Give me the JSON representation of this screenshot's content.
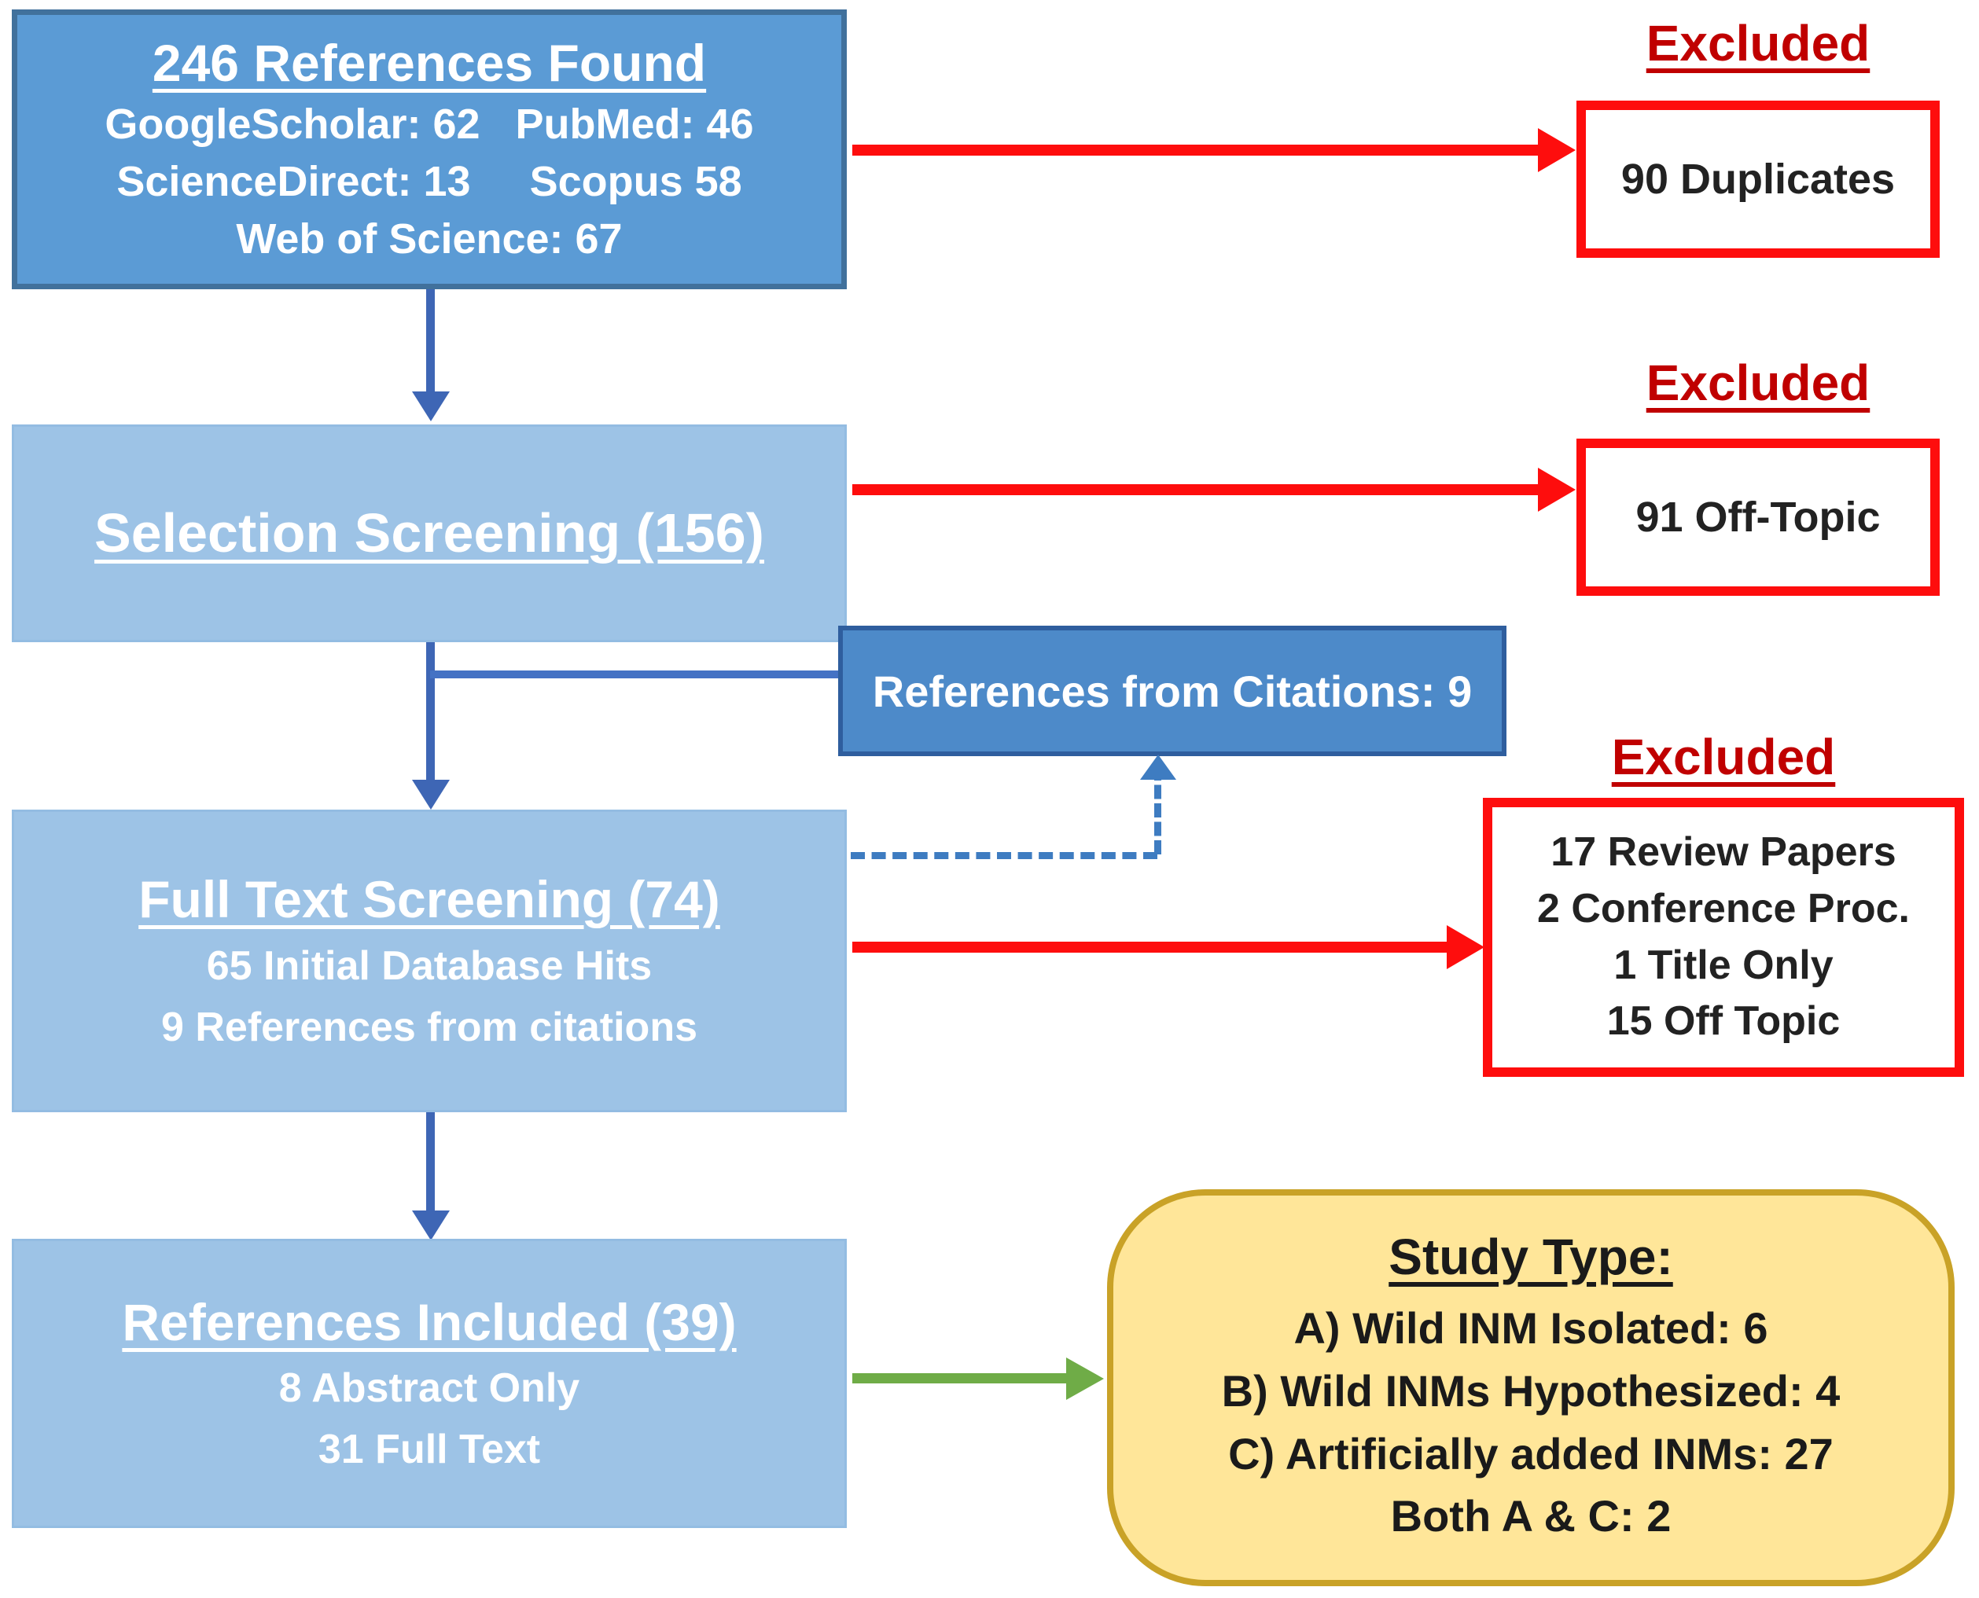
{
  "flow": {
    "box1": {
      "title": "246 References Found",
      "lines": [
        "GoogleScholar: 62   PubMed: 46",
        "ScienceDirect: 13     Scopus 58",
        "Web of Science: 67"
      ]
    },
    "box2": {
      "title": "Selection Screening (156)"
    },
    "citations_box": {
      "label": "References from Citations: 9"
    },
    "box3": {
      "title": "Full Text Screening (74)",
      "lines": [
        "65 Initial Database Hits",
        "9 References from citations"
      ]
    },
    "box4": {
      "title": "References Included (39)",
      "lines": [
        "8 Abstract Only",
        "31 Full Text"
      ]
    }
  },
  "excluded": [
    {
      "heading": "Excluded",
      "lines": [
        "90 Duplicates"
      ]
    },
    {
      "heading": "Excluded",
      "lines": [
        "91 Off-Topic"
      ]
    },
    {
      "heading": "Excluded",
      "lines": [
        "17 Review Papers",
        "2 Conference Proc.",
        "1 Title Only",
        "15 Off Topic"
      ]
    }
  ],
  "study_type": {
    "title": "Study Type:",
    "lines": [
      "A) Wild INM Isolated: 6",
      "B) Wild INMs Hypothesized: 4",
      "C) Artificially added INMs: 27",
      "Both A & C: 2"
    ]
  },
  "colors": {
    "box_blue_dark": "#5B9BD5",
    "box_blue_dark_border": "#41719C",
    "box_blue_light": "#9DC3E6",
    "citations_fill": "#4D8AC9",
    "exclude_arrow_red": "#FE0D0D",
    "exclude_heading_red": "#C00000",
    "flow_arrow_blue": "#3E66B5",
    "dashed_arrow_blue": "#3E7CC1",
    "include_arrow_green": "#6FAC47",
    "study_fill": "#FFE699",
    "study_border": "#C9A227"
  }
}
